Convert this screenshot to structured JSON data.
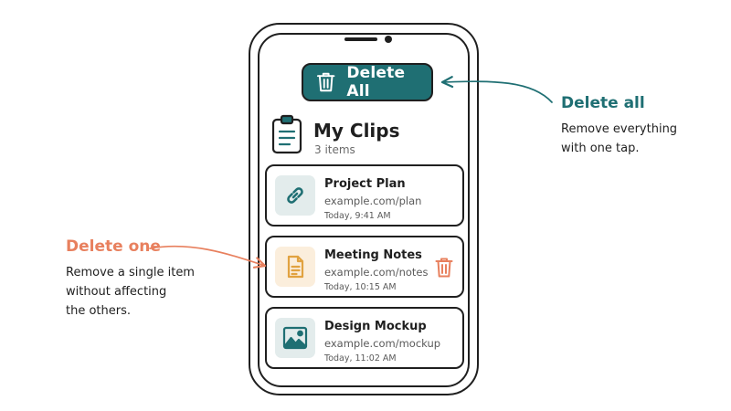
{
  "colors": {
    "teal": "#1f6f73",
    "orange": "#e8805e",
    "outline": "#1f1f1f"
  },
  "button": {
    "label": "Delete All",
    "icon": "trash-icon"
  },
  "header": {
    "icon": "clipboard-icon",
    "title": "My Clips",
    "count": "3 items"
  },
  "clips": [
    {
      "title": "Project Plan",
      "url": "example.com/plan",
      "time": "Today, 9:41 AM",
      "icon": "link-icon"
    },
    {
      "title": "Meeting Notes",
      "url": "example.com/notes",
      "time": "Today, 10:15 AM",
      "icon": "document-icon"
    },
    {
      "title": "Design Mockup",
      "url": "example.com/mockup",
      "time": "Today, 11:02 AM",
      "icon": "image-icon"
    }
  ],
  "annotations": {
    "delete_all": {
      "title": "Delete all",
      "lines": [
        "Remove everything",
        "with one tap."
      ]
    },
    "delete_one": {
      "title": "Delete one",
      "lines": [
        "Remove a single item",
        "without affecting",
        "the others."
      ]
    }
  }
}
